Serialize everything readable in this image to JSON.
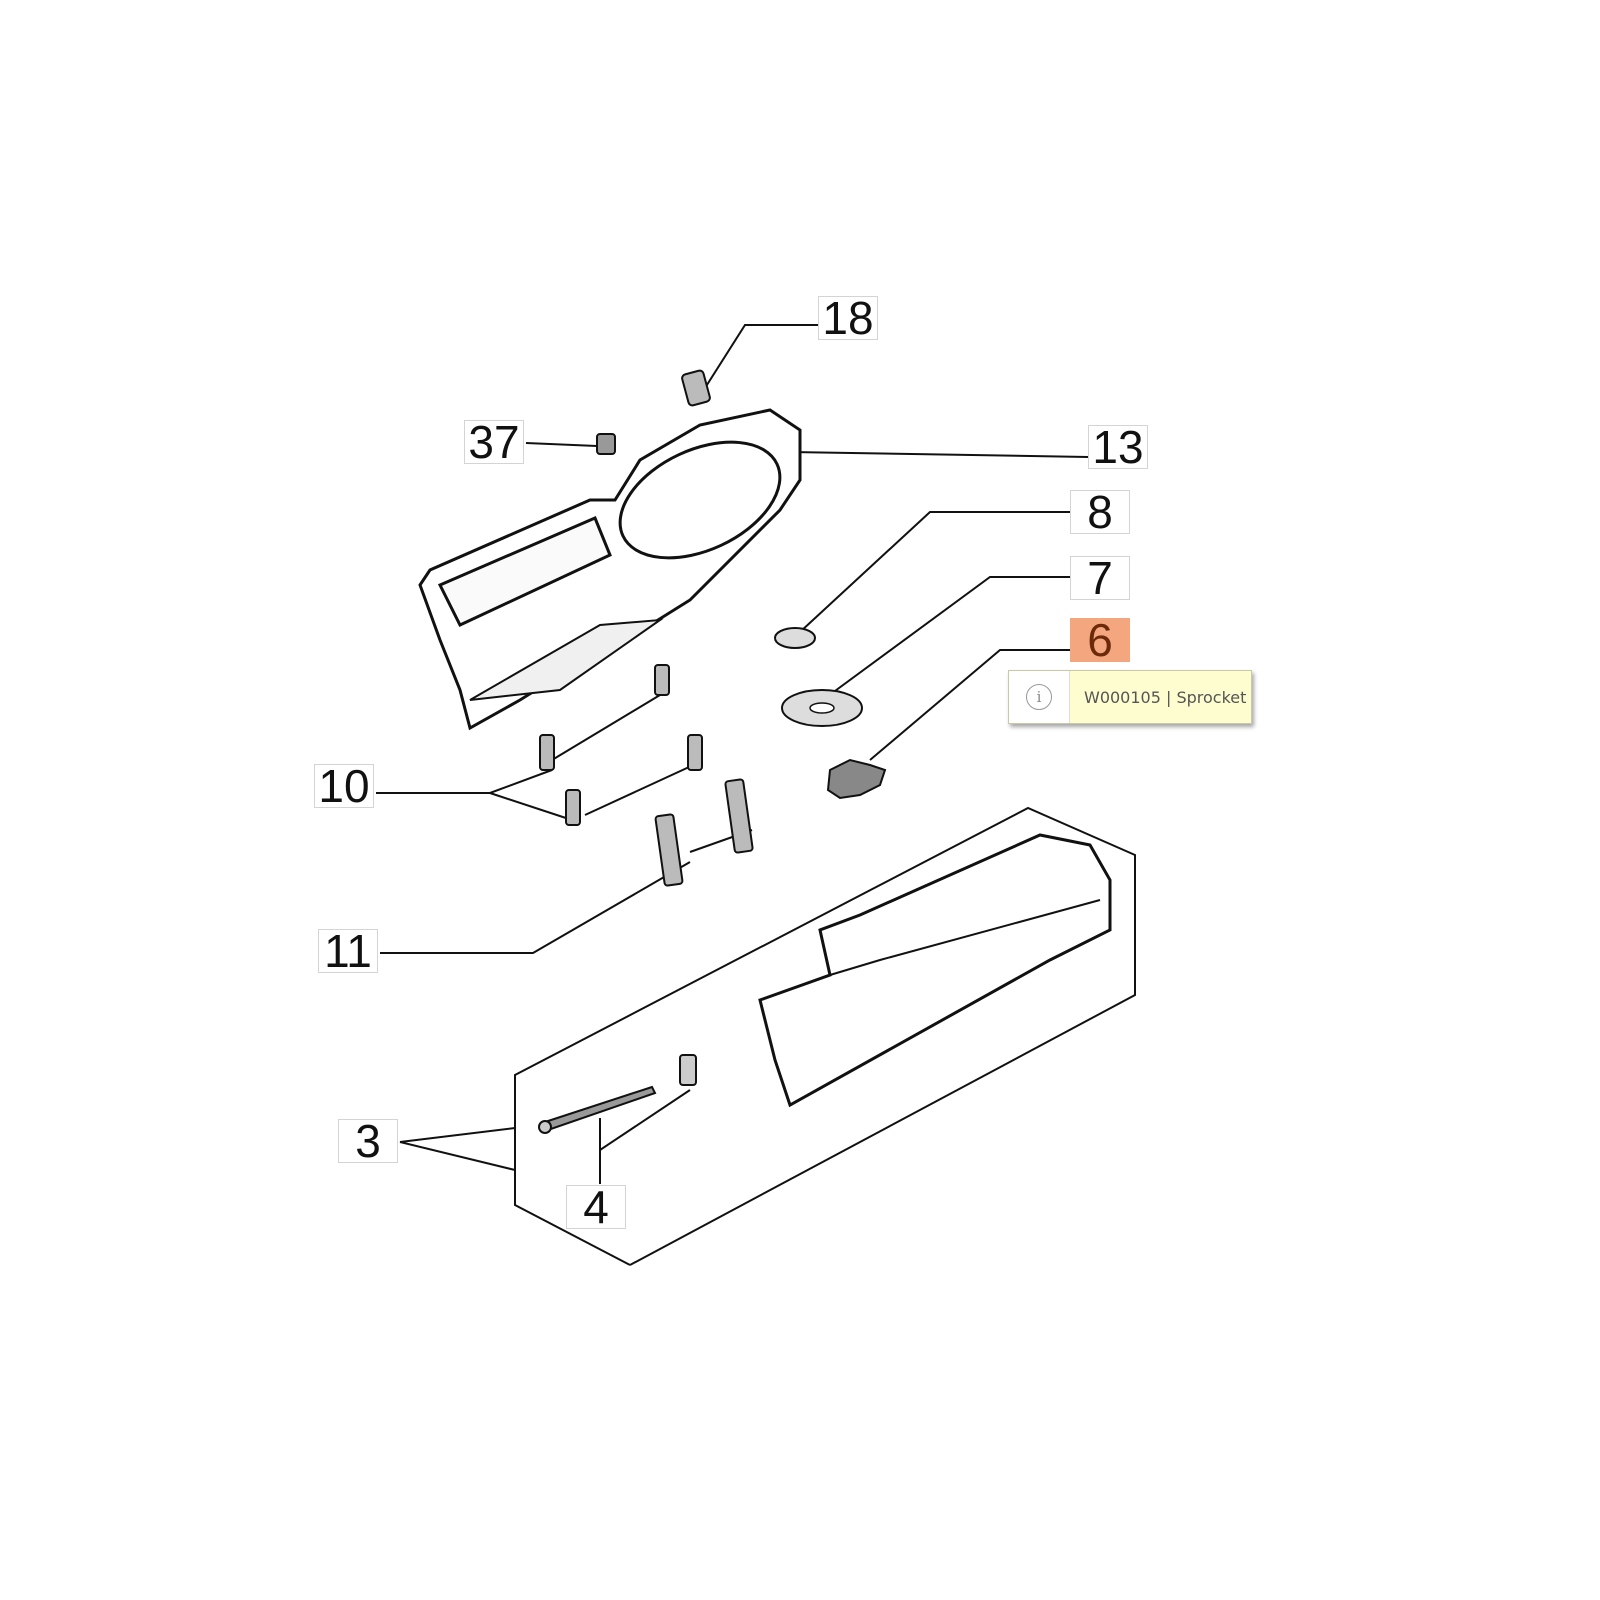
{
  "callouts": {
    "c18": "18",
    "c37": "37",
    "c13": "13",
    "c8": "8",
    "c7": "7",
    "c6": "6",
    "c10": "10",
    "c11": "11",
    "c3": "3",
    "c4": "4"
  },
  "highlighted_callout": "6",
  "highlight_color": "#f4a77e",
  "tooltip": {
    "icon": "info-icon",
    "text": "W000105 | Sprocket"
  }
}
